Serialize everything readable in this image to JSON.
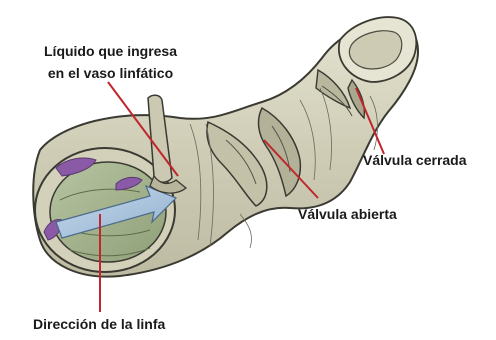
{
  "labels": {
    "inflow": {
      "line1": "Líquido que ingresa",
      "line2": "en el vaso linfático"
    },
    "closed_valve": "Válvula cerrada",
    "open_valve": "Válvula abierta",
    "lymph_direction": "Dirección de la linfa"
  },
  "colors": {
    "leader_line": "#c0262b",
    "vessel_wall": "#d9d8c4",
    "vessel_outline": "#3a3a32",
    "interior_green": "#9fb08a",
    "flow_arrow": "#a9c4e0",
    "tissue_purple": "#8a5aa6"
  }
}
